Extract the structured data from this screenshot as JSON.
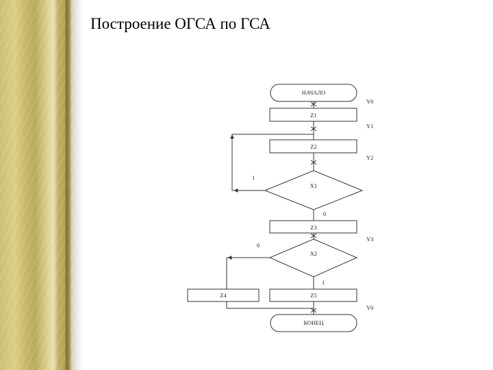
{
  "slide": {
    "title": "Построение ОГСА по ГСА"
  },
  "flowchart": {
    "nodes": {
      "start": "НАЧАЛО",
      "z1": "Z1",
      "z2": "Z2",
      "x1": "X1",
      "z3": "Z3",
      "x2": "X2",
      "z4": "Z4",
      "z5": "Z5",
      "end": "КОНЕЦ"
    },
    "state_marks": {
      "y0_top": "Y0",
      "y1": "Y1",
      "y2": "Y2",
      "y3": "Y3",
      "y0_bottom": "Y0"
    },
    "branch_labels": {
      "x1_true": "1",
      "x1_false": "0",
      "x2_true": "1",
      "x2_false": "0"
    }
  },
  "colors": {
    "line": "#333333",
    "shape_fill": "#ffffff"
  }
}
